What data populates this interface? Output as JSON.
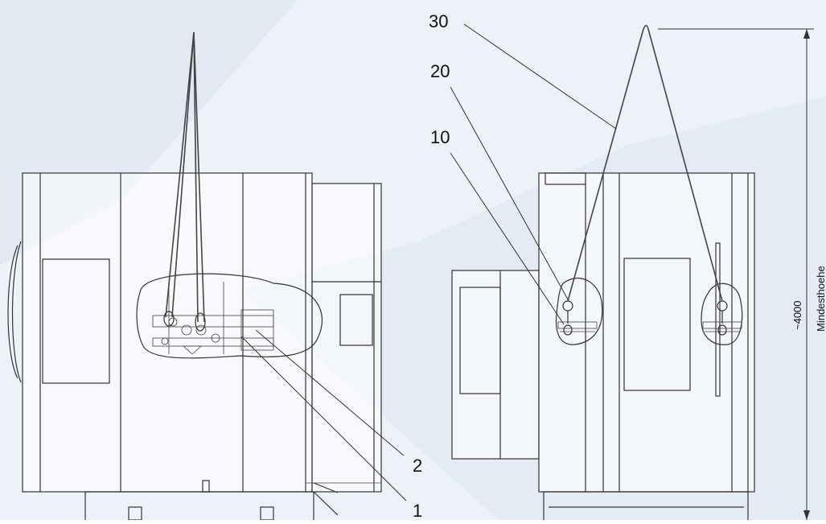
{
  "labels": {
    "front_part_1": "1",
    "front_part_2": "2",
    "side_part_10": "10",
    "side_part_20": "20",
    "side_part_30": "30"
  },
  "dimension": {
    "value": "~4000",
    "caption": "Mindesthoehe"
  },
  "colors": {
    "background_band": "#dfe7f2",
    "line": "#333333"
  }
}
